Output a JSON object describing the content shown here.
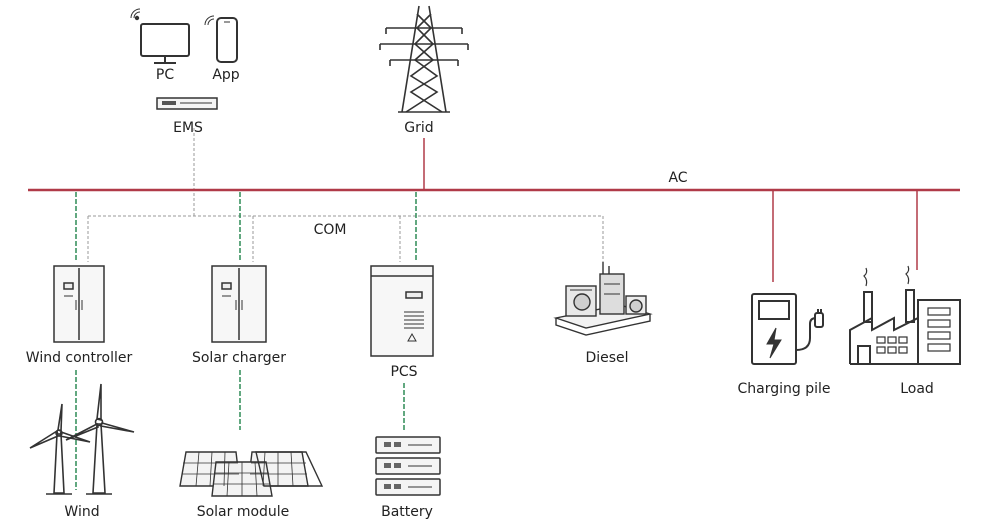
{
  "labels": {
    "pc": "PC",
    "app": "App",
    "ems": "EMS",
    "grid": "Grid",
    "ac": "AC",
    "com": "COM",
    "wind_controller": "Wind controller",
    "solar_charger": "Solar charger",
    "pcs": "PCS",
    "diesel": "Diesel",
    "charging_pile": "Charging pile",
    "load": "Load",
    "wind": "Wind",
    "solar_module": "Solar module",
    "battery": "Battery"
  },
  "colors": {
    "ac_bus": "#b03a48",
    "power_link": "#2e8b57",
    "com_link": "#9a9a9a",
    "outline": "#333333",
    "accent": "#c8c8c8"
  }
}
